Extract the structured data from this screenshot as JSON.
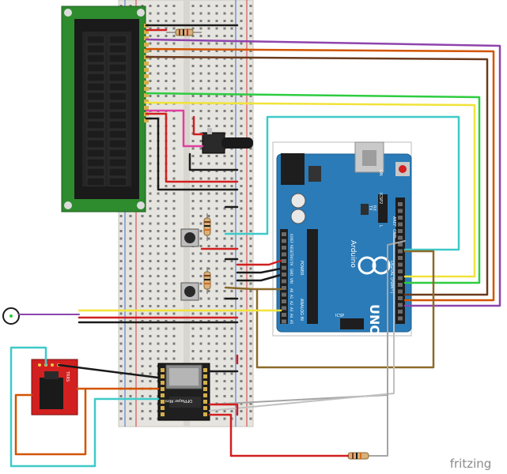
{
  "watermark": "fritzing",
  "arduino": {
    "model": "UNO",
    "brand": "Arduino",
    "aref": "AREF",
    "gnd": "GND",
    "icsp2": "ICSP2",
    "icsp": "ICSP",
    "tx": "TX",
    "rx": "RX",
    "l": "L",
    "on": "ON",
    "digital": "DIGITAL (PWM~)",
    "power": "POWER",
    "analog": "ANALOG IN",
    "ioref": "IOREF",
    "reset": "RESET",
    "v33": "3V3",
    "v5": "5V",
    "gnd_pwr": "GND",
    "vin": "VIN",
    "a0": "A0",
    "a1": "A1",
    "a2": "A2",
    "a3": "A3",
    "a4": "A4",
    "a5": "A5"
  },
  "mp3_module": {
    "name": "DFPlayer Mini"
  },
  "audio_jack": {
    "name": "TRRS"
  },
  "colors": {
    "arduino_board": "#2a7bb8",
    "breadboard": "#e8e6e1",
    "lcd_pcb": "#2e8b2e",
    "wire_purple": "#8e44ad",
    "wire_orange": "#d35400",
    "wire_brown": "#6b3a1e",
    "wire_green": "#2ecc40",
    "wire_yellow": "#f1e33a",
    "wire_cyan": "#3fc9c9",
    "wire_red": "#d11f1f",
    "wire_black": "#1a1a1a",
    "wire_pink": "#e040a0",
    "wire_gray": "#aaaaaa",
    "wire_tan": "#8b6a2a"
  }
}
